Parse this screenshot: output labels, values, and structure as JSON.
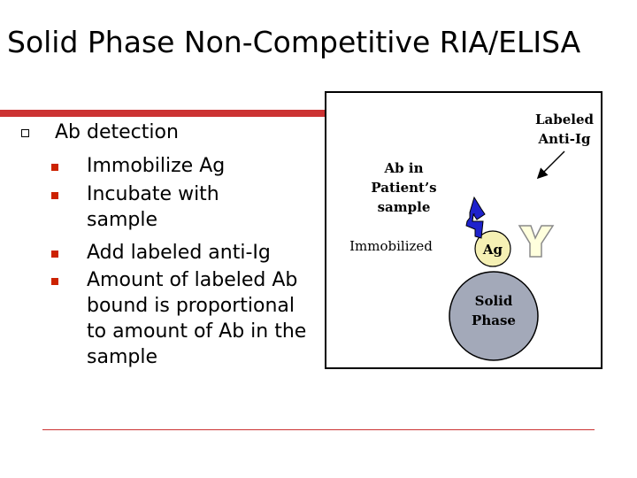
{
  "slide": {
    "title": "Solid Phase Non-Competitive RIA/ELISA",
    "bullet": "Ab detection",
    "sub_bullets": [
      "Immobilize Ag",
      "Incubate with sample",
      "Add labeled anti-Ig",
      "Amount of labeled Ab bound is proportional to amount of Ab in the sample"
    ]
  },
  "diagram": {
    "labels": {
      "labeled_anti_ig": "Labeled Anti-Ig",
      "patient_ab": "Ab in Patient’s sample",
      "immobilized": "Immobilized",
      "antigen": "Ag",
      "solid_phase": "Solid Phase"
    },
    "colors": {
      "antigen_fill": "#f5f0b4",
      "solid_phase_fill": "#a3a9b9",
      "antibody_patient": "#1e22cc",
      "antibody_labeled": "#ffffdd",
      "rule": "#cc3333",
      "bullet_marker": "#cc2200"
    }
  }
}
